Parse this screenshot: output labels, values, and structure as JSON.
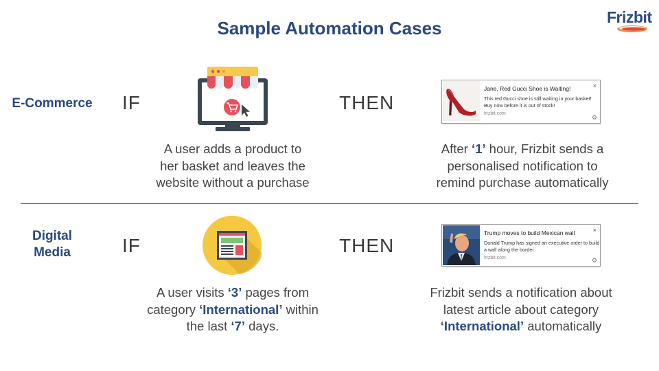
{
  "title": "Sample Automation Cases",
  "logo": {
    "text": "Frizbit"
  },
  "keyword_if": "IF",
  "keyword_then": "THEN",
  "ecommerce": {
    "label": "E-Commerce",
    "icon": "shopping-cart-browser-icon",
    "if_desc": [
      "A user adds a product to",
      "her basket and leaves the",
      "website without a purchase"
    ],
    "then_desc": {
      "l1a": "After ",
      "l1b": "‘1’",
      "l1c": " hour, Frizbit sends a",
      "l2": "personalised notification to",
      "l3": "remind purchase automatically"
    },
    "notification": {
      "title": "Jane, Red Gucci Shoe is Waiting!",
      "body": "This red Gucci shoe is still waiting in your basket! Buy now before it is out of stock!",
      "domain": "frizbit.com",
      "close": "×",
      "thumb_icon": "red-shoe-image"
    }
  },
  "digital_media": {
    "label_line1": "Digital",
    "label_line2": "Media",
    "icon": "news-page-icon",
    "if_desc": {
      "l1a": "A user visits ",
      "l1b": "‘3’",
      "l1c": " pages from",
      "l2a": "category ",
      "l2b": "‘International’",
      "l2c": " within",
      "l3a": "the last ",
      "l3b": "‘7’",
      "l3c": " days."
    },
    "then_desc": {
      "l1": "Frizbit sends a notification about",
      "l2": "latest article about category",
      "l3a": "‘International’",
      "l3b": " automatically"
    },
    "notification": {
      "title": "Trump moves to build Mexican wall",
      "body": "Donald Trump has signed an executive order to build a wall along the border",
      "domain": "frizbit.com",
      "close": "×",
      "thumb_icon": "person-photo-image"
    }
  },
  "colors": {
    "brand": "#2a4a7f",
    "awning_red": "#e8505b",
    "awning_yellow": "#f5c94a",
    "icon_circle_yellow": "#f5c842"
  }
}
